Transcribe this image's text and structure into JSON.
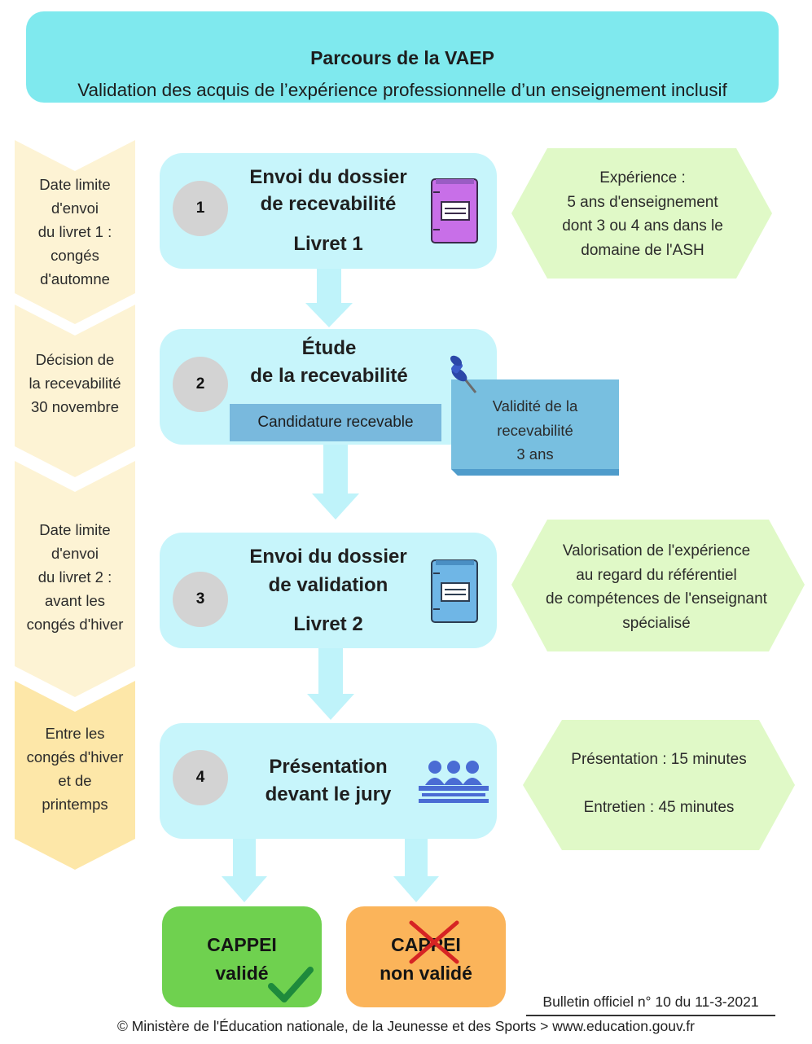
{
  "header": {
    "title": "Parcours de la VAEP",
    "subtitle": "Validation des acquis de l’expérience professionnelle d’un enseignement inclusif"
  },
  "timeline": [
    {
      "lines": [
        "Date limite",
        "d'envoi",
        "du livret 1 :",
        "congés",
        "d'automne"
      ]
    },
    {
      "lines": [
        "Décision de",
        "la recevabilité",
        "30 novembre"
      ]
    },
    {
      "lines": [
        "Date limite",
        "d'envoi",
        "du livret 2 :",
        "avant les",
        "congés d'hiver"
      ]
    },
    {
      "lines": [
        "Entre les",
        "congés d'hiver",
        "et de",
        "printemps"
      ]
    }
  ],
  "steps": [
    {
      "number": "1",
      "lines": [
        "Envoi du dossier",
        "de recevabilité",
        "Livret 1"
      ],
      "icon": "purple-binder-icon"
    },
    {
      "number": "2",
      "lines": [
        "Étude",
        "de la recevabilité"
      ],
      "badge": "Candidature recevable",
      "icon": "pushpin-icon"
    },
    {
      "number": "3",
      "lines": [
        "Envoi du dossier",
        "de validation",
        "Livret 2"
      ],
      "icon": "blue-binder-icon"
    },
    {
      "number": "4",
      "lines": [
        "Présentation",
        "devant le jury"
      ],
      "icon": "jury-icon"
    }
  ],
  "validity_note": {
    "lines": [
      "Validité de la",
      "recevabilité",
      "3 ans"
    ]
  },
  "notes": [
    {
      "lines": [
        "Expérience :",
        "5 ans d'enseignement",
        "dont 3 ou 4 ans dans le",
        "domaine de l'ASH"
      ]
    },
    {
      "lines": [
        "Valorisation de l'expérience",
        "au regard du référentiel",
        "de compétences de l'enseignant",
        "spécialisé"
      ]
    },
    {
      "lines": [
        "Présentation : 15 minutes",
        "Entretien : 45 minutes"
      ]
    }
  ],
  "results": [
    {
      "lines": [
        "CAPPEI",
        "validé"
      ],
      "icon": "checkmark-icon"
    },
    {
      "lines": [
        "CAPPEI",
        "non validé"
      ],
      "icon": "cross-icon"
    }
  ],
  "bulletin": "Bulletin officiel n° 10 du 11-3-2021",
  "footer": "© Ministère de l'Éducation nationale, de la Jeunesse et des Sports > www.education.gouv.fr",
  "colors": {
    "header": "#7fe9ee",
    "step_box": "#c7f5fb",
    "arrow": "#bff3fa",
    "timeline_light": "#fdf3d4",
    "timeline_dark": "#fde7a8",
    "hexagon": "#e0f9c7",
    "badge": "#79b9dd",
    "valid": "#6fd14f",
    "invalid": "#fbb45a"
  }
}
